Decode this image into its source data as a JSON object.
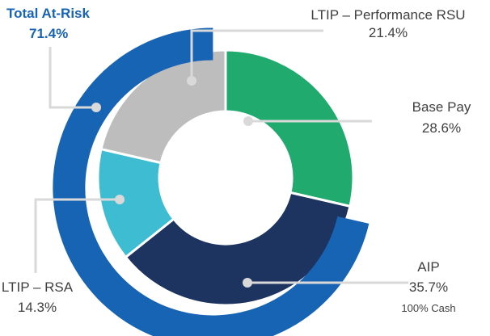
{
  "chart_data": {
    "type": "pie",
    "variant": "nested-donut",
    "title": "",
    "colors": {
      "total_at_risk": "#1763b4",
      "base_pay": "#20aa6e",
      "aip": "#1d3461",
      "ltip_rsa": "#3dbcd2",
      "ltip_performance": "#bdbdbd",
      "accent_text": "#1763b4",
      "label_text": "#404040",
      "leader_line": "#d9d9d9"
    },
    "inner_ring": {
      "start_angle_deg": 0,
      "direction": "clockwise",
      "slices": [
        {
          "key": "base_pay",
          "label": "Base Pay",
          "value": 28.6,
          "value_label": "28.6%"
        },
        {
          "key": "aip",
          "label": "AIP",
          "value": 35.7,
          "value_label": "35.7%",
          "note": "100% Cash"
        },
        {
          "key": "ltip_rsa",
          "label": "LTIP – RSA",
          "value": 14.3,
          "value_label": "14.3%"
        },
        {
          "key": "ltip_performance",
          "label": "LTIP – Performance RSU",
          "value": 21.4,
          "value_label": "21.4%"
        }
      ]
    },
    "outer_ring": {
      "slices": [
        {
          "key": "total_at_risk",
          "label": "Total At-Risk",
          "value": 71.4,
          "value_label": "71.4%"
        }
      ]
    }
  }
}
